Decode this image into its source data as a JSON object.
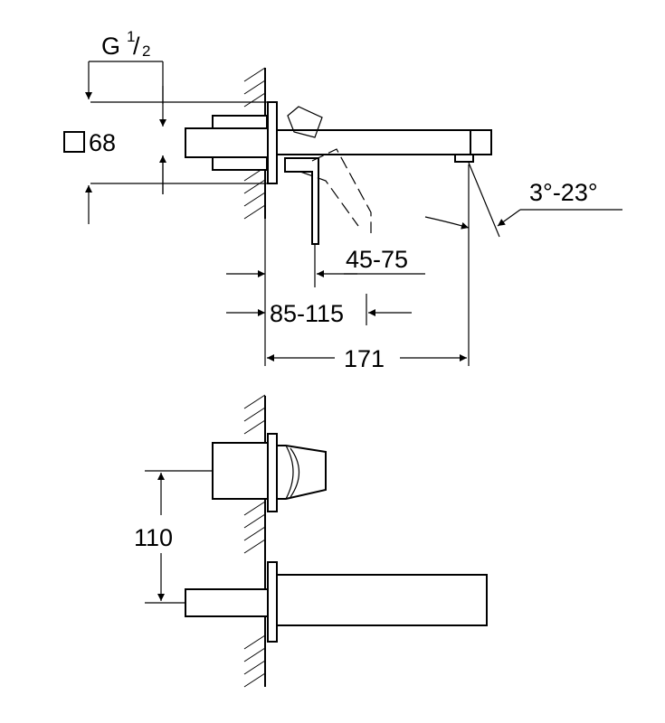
{
  "labels": {
    "thread_prefix": "G",
    "thread_num": "1",
    "thread_den": "2",
    "square_size": "68",
    "angle_range": "3°-23°",
    "depth_adjust": "45-75",
    "wall_distance": "85-115",
    "projection": "171",
    "spacing": "110"
  },
  "colors": {
    "line": "#000000",
    "background": "#ffffff"
  }
}
